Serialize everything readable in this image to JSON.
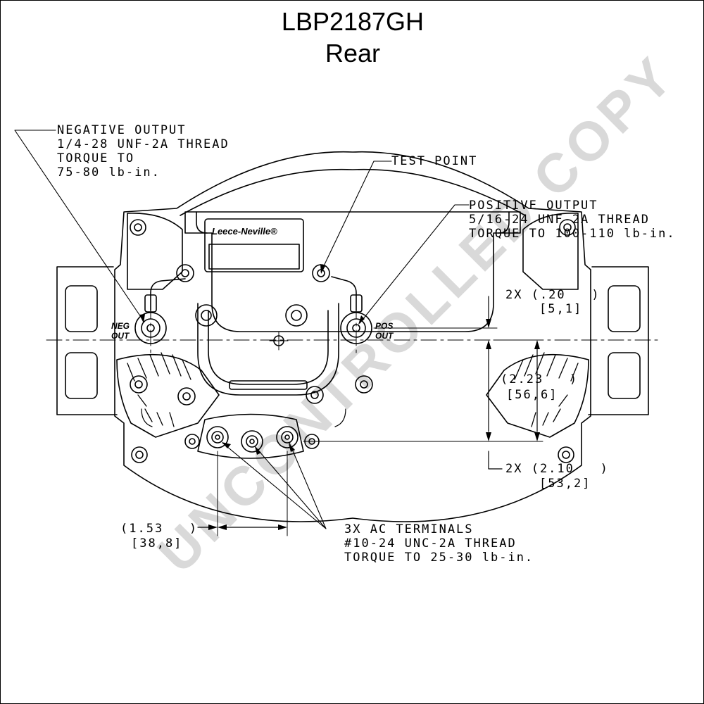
{
  "title": {
    "part_number": "LBP2187GH",
    "view": "Rear"
  },
  "watermark": "UNCONTROLLED COPY",
  "brand_plate": "Leece-Neville®",
  "labels": {
    "neg_out": [
      "NEG",
      "OUT"
    ],
    "pos_out": [
      "POS",
      "OUT"
    ]
  },
  "callouts": {
    "negative_output": [
      "NEGATIVE OUTPUT",
      "1/4-28 UNF-2A THREAD",
      "TORQUE TO",
      "75-80 lb-in."
    ],
    "test_point": "TEST POINT",
    "positive_output": [
      "POSITIVE OUTPUT",
      "5/16-24 UNF-2A THREAD",
      "TORQUE TO 100-110 lb-in."
    ],
    "ac_terminals": [
      "3X AC TERMINALS",
      "#10-24 UNC-2A THREAD",
      "TORQUE TO 25-30 lb-in."
    ]
  },
  "dimensions": {
    "offset_20": [
      "2X (.20   )",
      "[5,1]"
    ],
    "height_223": [
      "(2.23   )",
      "[56,6]"
    ],
    "offset_210": [
      "2X (2.10   )",
      "[53,2]"
    ],
    "width_153": [
      "(1.53   )",
      "[38,8]"
    ]
  },
  "colors": {
    "line": "#000000",
    "watermark": "#d9d9d9"
  }
}
